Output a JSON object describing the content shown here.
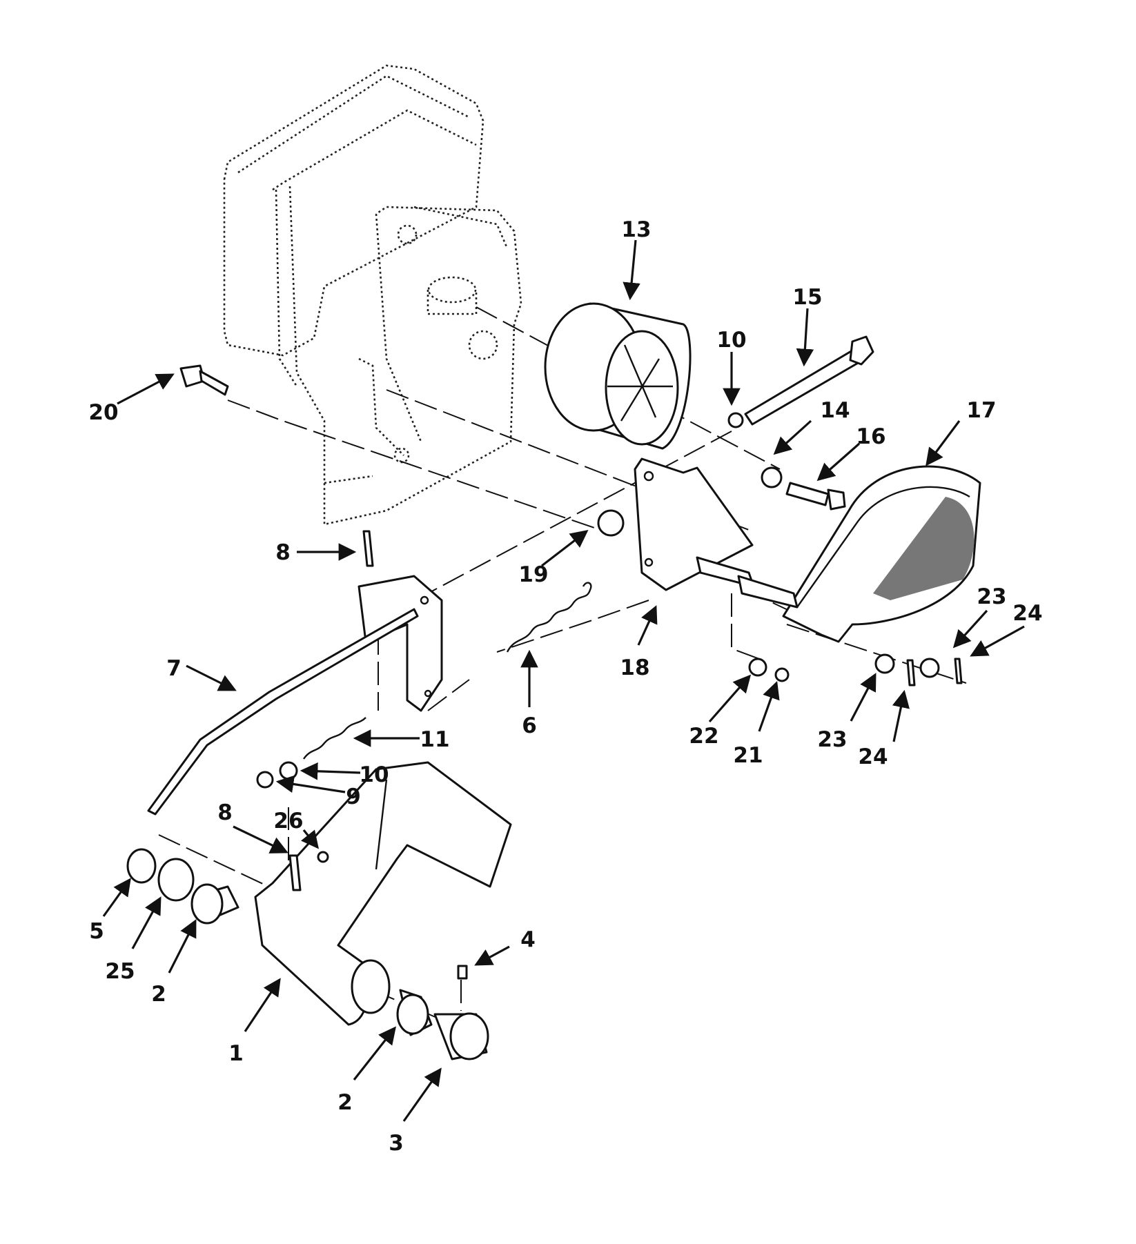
{
  "colors": {
    "ink": "#111111",
    "paper": "#ffffff"
  },
  "callouts": [
    {
      "id": "c13",
      "label": "13"
    },
    {
      "id": "c15",
      "label": "15"
    },
    {
      "id": "c10a",
      "label": "10"
    },
    {
      "id": "c14",
      "label": "14"
    },
    {
      "id": "c16",
      "label": "16"
    },
    {
      "id": "c17",
      "label": "17"
    },
    {
      "id": "c20",
      "label": "20"
    },
    {
      "id": "c8a",
      "label": "8"
    },
    {
      "id": "c19",
      "label": "19"
    },
    {
      "id": "c7",
      "label": "7"
    },
    {
      "id": "c6",
      "label": "6"
    },
    {
      "id": "c18",
      "label": "18"
    },
    {
      "id": "c23a",
      "label": "23"
    },
    {
      "id": "c24a",
      "label": "24"
    },
    {
      "id": "c22",
      "label": "22"
    },
    {
      "id": "c21",
      "label": "21"
    },
    {
      "id": "c23b",
      "label": "23"
    },
    {
      "id": "c24b",
      "label": "24"
    },
    {
      "id": "c11",
      "label": "11"
    },
    {
      "id": "c10b",
      "label": "10"
    },
    {
      "id": "c9",
      "label": "9"
    },
    {
      "id": "c8b",
      "label": "8"
    },
    {
      "id": "c26",
      "label": "26"
    },
    {
      "id": "c5",
      "label": "5"
    },
    {
      "id": "c25",
      "label": "25"
    },
    {
      "id": "c2a",
      "label": "2"
    },
    {
      "id": "c4",
      "label": "4"
    },
    {
      "id": "c1",
      "label": "1"
    },
    {
      "id": "c2b",
      "label": "2"
    },
    {
      "id": "c3",
      "label": "3"
    }
  ]
}
